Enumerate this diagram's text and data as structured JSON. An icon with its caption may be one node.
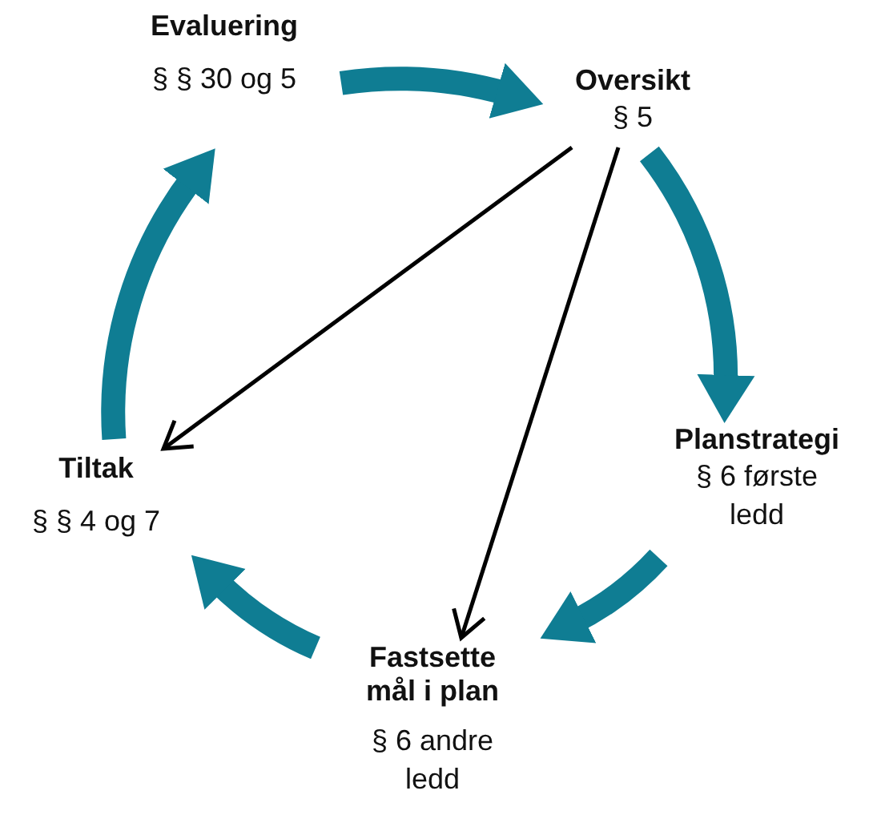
{
  "diagram": {
    "nodes": [
      {
        "text": [
          "Evaluering",
          "§ § 30 og 5"
        ]
      },
      {
        "text": [
          "Oversikt",
          "§ 5"
        ]
      },
      {
        "text": [
          "Planstrategi",
          "§ 6 første ledd"
        ]
      },
      {
        "text": [
          "Fastsette mål i plan",
          "§ 6 andre ledd"
        ]
      },
      {
        "text": [
          "Tiltak",
          "§ § 4 og 7"
        ]
      }
    ],
    "edges": [
      {
        "from": 0,
        "to": 1,
        "arrow": "to"
      },
      {
        "from": 1,
        "to": 2,
        "arrow": "to"
      },
      {
        "from": 2,
        "to": 3,
        "arrow": "to"
      },
      {
        "from": 3,
        "to": 4,
        "arrow": "to"
      },
      {
        "from": 4,
        "to": 0,
        "arrow": "to"
      },
      {
        "from": 1,
        "to": 4,
        "arrow": "to",
        "color": "#000000"
      },
      {
        "from": 1,
        "to": 3,
        "arrow": "to",
        "color": "#000000"
      }
    ]
  }
}
